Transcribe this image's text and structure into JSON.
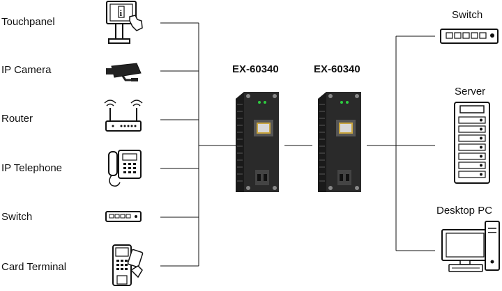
{
  "left_devices": [
    {
      "label": "Touchpanel",
      "icon": "touchpanel-icon"
    },
    {
      "label": "IP Camera",
      "icon": "ip-camera-icon"
    },
    {
      "label": "Router",
      "icon": "router-icon"
    },
    {
      "label": "IP Telephone",
      "icon": "ip-telephone-icon"
    },
    {
      "label": "Switch",
      "icon": "switch-icon"
    },
    {
      "label": "Card Terminal",
      "icon": "card-terminal-icon"
    }
  ],
  "converters": [
    {
      "label": "EX-60340",
      "icon": "media-converter-icon"
    },
    {
      "label": "EX-60340",
      "icon": "media-converter-icon"
    }
  ],
  "right_devices": [
    {
      "label": "Switch",
      "icon": "switch-icon"
    },
    {
      "label": "Server",
      "icon": "server-rack-icon"
    },
    {
      "label": "Desktop PC",
      "icon": "desktop-pc-icon"
    }
  ],
  "colors": {
    "line": "#111111",
    "device_body": "#2a2a2a",
    "led": "#2ecc40"
  }
}
